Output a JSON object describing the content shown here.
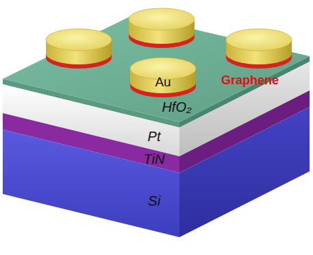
{
  "diagram": {
    "labels": [
      "Au",
      "Graphene",
      "HfO₂",
      "Pt",
      "TiN",
      "Si"
    ]
  }
}
